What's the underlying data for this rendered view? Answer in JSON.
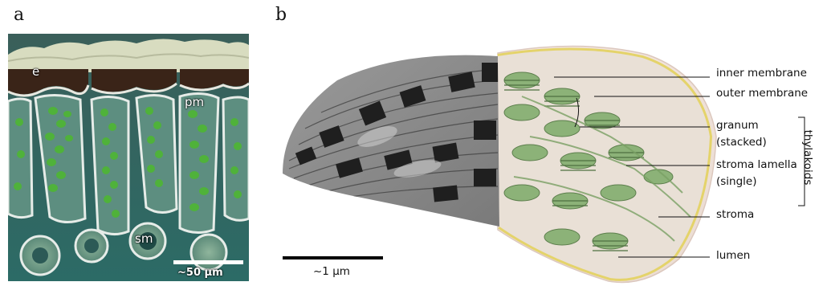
{
  "panel_a": {
    "letter": "a",
    "labels": {
      "epidermis": "e",
      "palisade_mesophyll": "pm",
      "spongy_mesophyll": "sm"
    },
    "scale_bar": "~50 µm"
  },
  "panel_b": {
    "letter": "b",
    "callouts": {
      "inner_membrane": "inner membrane",
      "outer_membrane": "outer membrane",
      "granum_line1": "granum",
      "granum_line2": "(stacked)",
      "stroma_lamella_line1": "stroma lamella",
      "stroma_lamella_line2": "(single)",
      "stroma": "stroma",
      "lumen": "lumen",
      "thylakoids": "thylakoids"
    },
    "scale_bar": "~1 µm"
  },
  "colors": {
    "chloroplast_green": "#7fa86a",
    "leaf_tissue_teal": "#5f9a8c",
    "em_gray": "#8a8a8a",
    "envelope_yellow": "#e8d98a",
    "envelope_pink": "#f0ddd8"
  }
}
